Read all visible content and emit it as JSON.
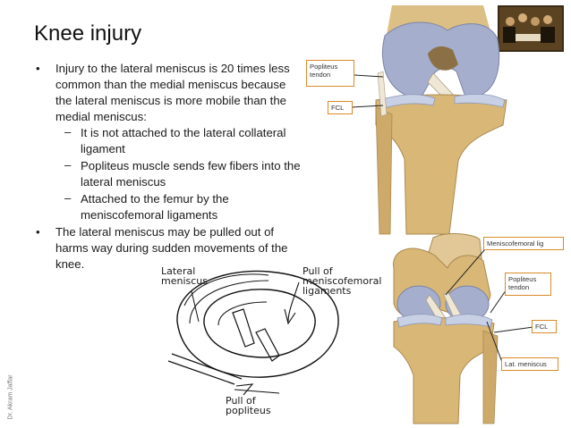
{
  "slide": {
    "title": "Knee injury",
    "bullets": [
      {
        "marker": "•",
        "text": "Injury to the lateral meniscus is 20 times less common than the medial meniscus because the lateral meniscus is more mobile than the medial meniscus:"
      },
      {
        "marker": "•",
        "text": "The lateral meniscus may be pulled out of harms way during sudden movements of the knee."
      }
    ],
    "subbullets": [
      {
        "marker": "–",
        "text": "It is not attached to the lateral collateral ligament"
      },
      {
        "marker": "–",
        "text": "Popliteus muscle sends few fibers into the lateral meniscus"
      },
      {
        "marker": "–",
        "text": "Attached to the femur by the meniscofemoral ligaments"
      }
    ],
    "watermark": "Dr. Akram Jaffar"
  },
  "sketch": {
    "label_lateral": "Lateral\nmeniscus",
    "label_pull_menisco": "Pull of\nmeniscofemoral\nligaments",
    "label_pull_popliteus": "Pull of\npopliteus"
  },
  "callouts": {
    "top_popliteus": "Popliteus\ntendon",
    "top_fcl": "FCL",
    "bottom_meniscofemoral": "Meniscofemoral lig",
    "bottom_popliteus": "Popliteus\ntendon",
    "bottom_fcl": "FCL",
    "bottom_lat_meniscus": "Lat. meniscus"
  },
  "colors": {
    "callout_border": "#d98a2a",
    "bone": "#d9b877",
    "cartilage": "#9fa9c9"
  }
}
